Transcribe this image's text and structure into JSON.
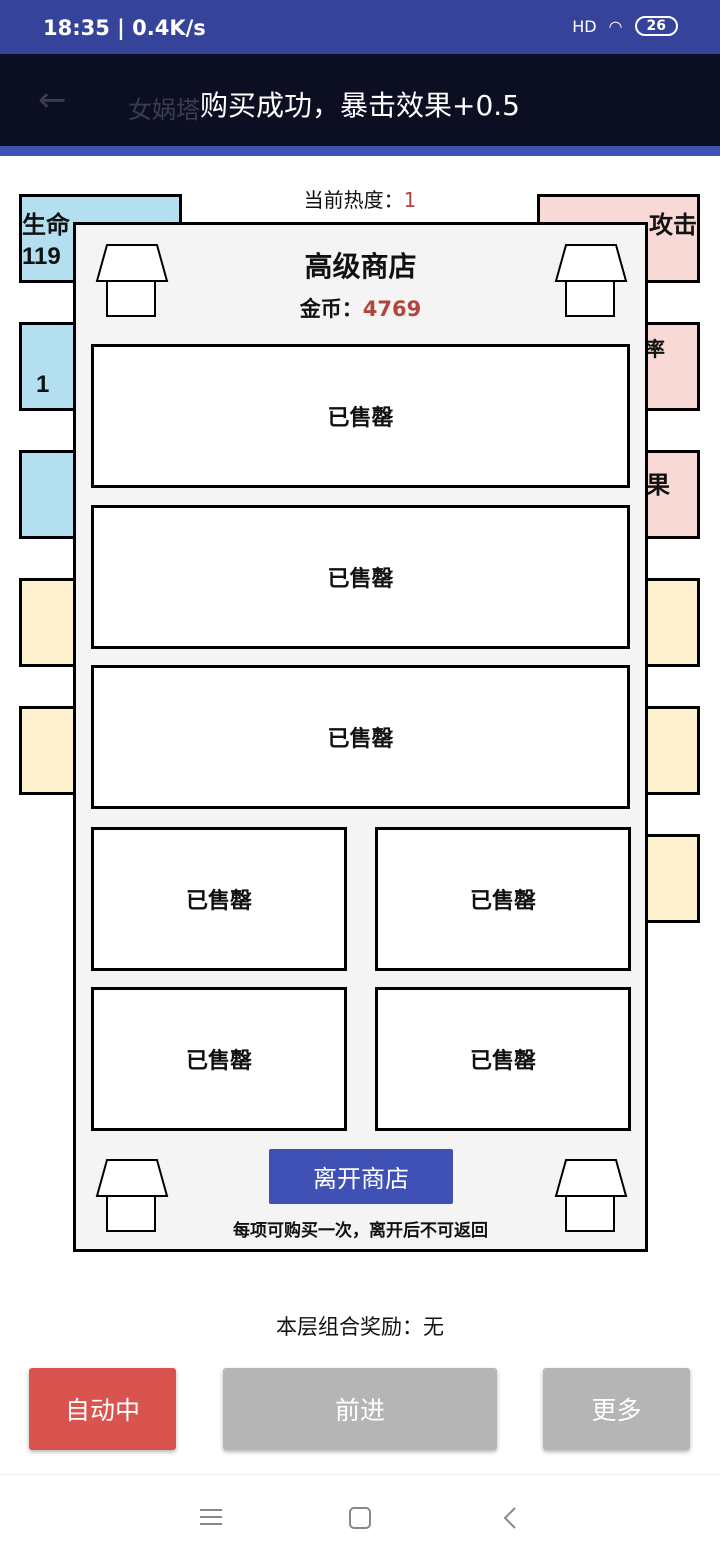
{
  "status_bar": {
    "time": "18:35 | 0.4K/s",
    "network": "HD",
    "battery": "26"
  },
  "toolbar": {
    "title": "女娲塔",
    "toast": "购买成功，暴击效果+0.5"
  },
  "heat": {
    "label": "当前热度：",
    "value": "1"
  },
  "left_tiles": [
    {
      "t1": "生命",
      "t2": "119"
    },
    {
      "t1": "",
      "t2": "1"
    },
    {
      "t1": "",
      "t2": ""
    },
    {
      "t1": "",
      "t2": ""
    },
    {
      "t1": "",
      "t2": ""
    }
  ],
  "right_tiles": [
    {
      "t1": "攻击"
    },
    {
      "t1": "率"
    },
    {
      "t1": "果"
    },
    {
      "t1": ""
    },
    {
      "t1": ""
    },
    {
      "t1": ""
    }
  ],
  "shop": {
    "title": "高级商店",
    "gold_label": "金币：",
    "gold": "4769",
    "slots": [
      "已售罄",
      "已售罄",
      "已售罄",
      "已售罄",
      "已售罄",
      "已售罄",
      "已售罄"
    ],
    "leave": "离开商店",
    "note": "每项可购买一次，离开后不可返回"
  },
  "combo": "本层组合奖励：无",
  "buttons": {
    "auto": "自动中",
    "forward": "前进",
    "more": "更多"
  },
  "colors": {
    "primary": "#3f51b5",
    "auto": "#d9534f",
    "disabled": "#b5b5b5",
    "gold": "#b0473a"
  }
}
